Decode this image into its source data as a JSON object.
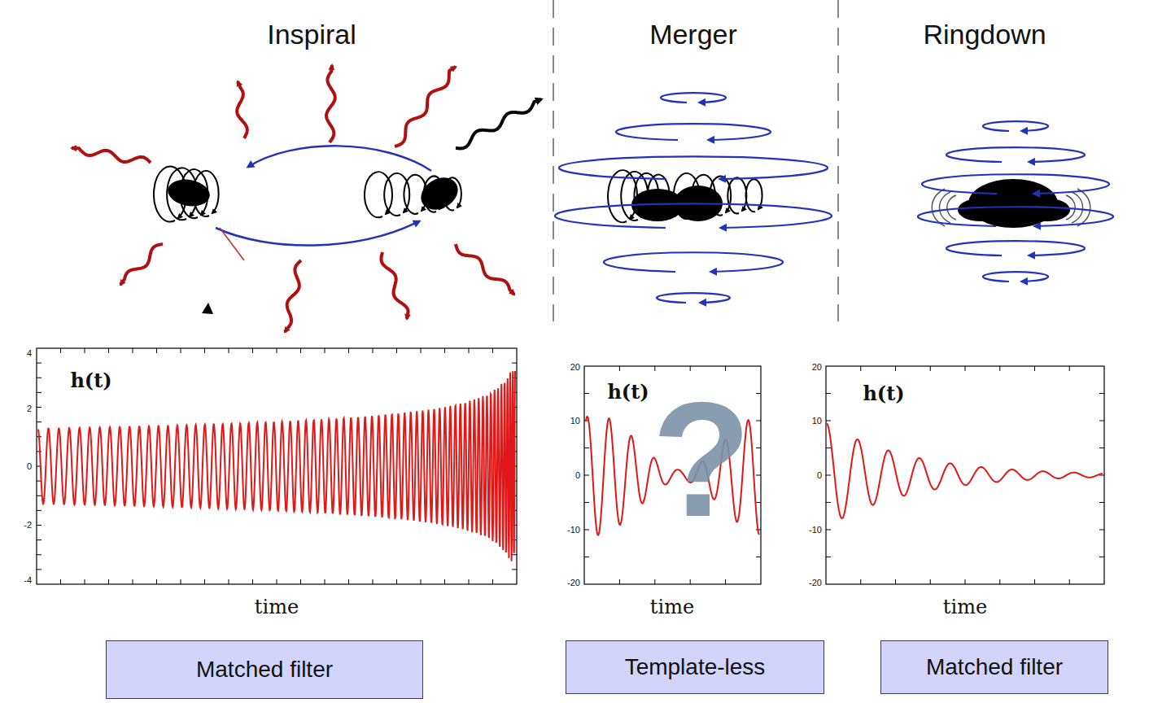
{
  "diagram": {
    "nodes": [
      {
        "text": [
          "Matched filter"
        ]
      },
      {
        "text": [
          "Template-less"
        ]
      },
      {
        "text": [
          "Matched filter"
        ]
      }
    ],
    "labels": [
      "Inspiral",
      "Merger",
      "Ringdown",
      "4",
      "2",
      "0",
      "-2",
      "-4",
      "h(t)",
      "time",
      "20",
      "10",
      "0",
      "-10",
      "-20",
      "h(t)",
      "?",
      "time",
      "20",
      "10",
      "0",
      "-10",
      "-20",
      "h(t)",
      "time"
    ]
  }
}
